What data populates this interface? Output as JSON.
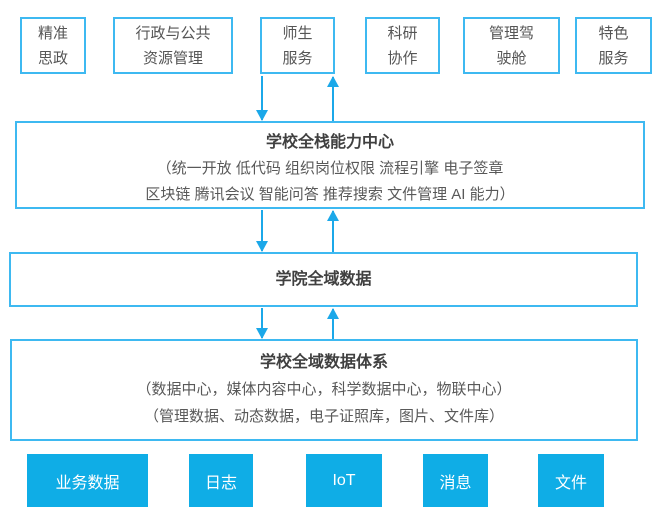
{
  "colors": {
    "box_outline": "#3eb9f1",
    "arrow": "#1ba8e9",
    "solid_box_fill": "#0fade6",
    "title_text": "#404040",
    "body_text": "#595959",
    "solid_box_text": "#ffffff",
    "background": "#ffffff"
  },
  "top_row": {
    "items": [
      {
        "lines": [
          "精准",
          "思政"
        ]
      },
      {
        "lines": [
          "行政与公共",
          "资源管理"
        ]
      },
      {
        "lines": [
          "师生",
          "服务"
        ]
      },
      {
        "lines": [
          "科研",
          "协作"
        ]
      },
      {
        "lines": [
          "管理驾",
          "驶舱"
        ]
      },
      {
        "lines": [
          "特色",
          "服务"
        ]
      }
    ]
  },
  "capability_center": {
    "title": "学校全栈能力中心",
    "lines": [
      "（统一开放 低代码 组织岗位权限 流程引擎 电子签章",
      "区块链 腾讯会议 智能问答 推荐搜索 文件管理 AI 能力）"
    ]
  },
  "college_data": {
    "title": "学院全域数据"
  },
  "data_system": {
    "title": "学校全域数据体系",
    "lines": [
      "（数据中心，媒体内容中心，科学数据中心，物联中心）",
      "（管理数据、动态数据，电子证照库，图片、文件库）"
    ]
  },
  "bottom_row": {
    "items": [
      {
        "label": "业务数据"
      },
      {
        "label": "日志"
      },
      {
        "label": "IoT"
      },
      {
        "label": "消息"
      },
      {
        "label": "文件"
      }
    ]
  }
}
